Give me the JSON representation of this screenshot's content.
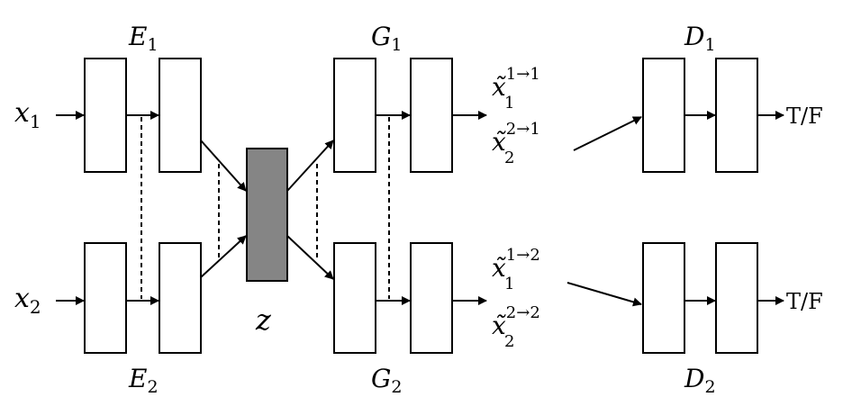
{
  "encoders": {
    "e1": {
      "symbol": "E",
      "sub": "1"
    },
    "e2": {
      "symbol": "E",
      "sub": "2"
    }
  },
  "generators": {
    "g1": {
      "symbol": "G",
      "sub": "1"
    },
    "g2": {
      "symbol": "G",
      "sub": "2"
    }
  },
  "discriminators": {
    "d1": {
      "symbol": "D",
      "sub": "1",
      "output": "T/F"
    },
    "d2": {
      "symbol": "D",
      "sub": "2",
      "output": "T/F"
    }
  },
  "inputs": {
    "x1": {
      "symbol": "x",
      "sub": "1"
    },
    "x2": {
      "symbol": "x",
      "sub": "2"
    }
  },
  "latent": {
    "symbol": "z",
    "color": "#858585"
  },
  "outputs": {
    "o11": {
      "base": "x̃",
      "sub": "1",
      "sup": "1→1"
    },
    "o21": {
      "base": "x̃",
      "sub": "2",
      "sup": "2→1"
    },
    "o12": {
      "base": "x̃",
      "sub": "1",
      "sup": "1→2"
    },
    "o22": {
      "base": "x̃",
      "sub": "2",
      "sup": "2→2"
    }
  }
}
